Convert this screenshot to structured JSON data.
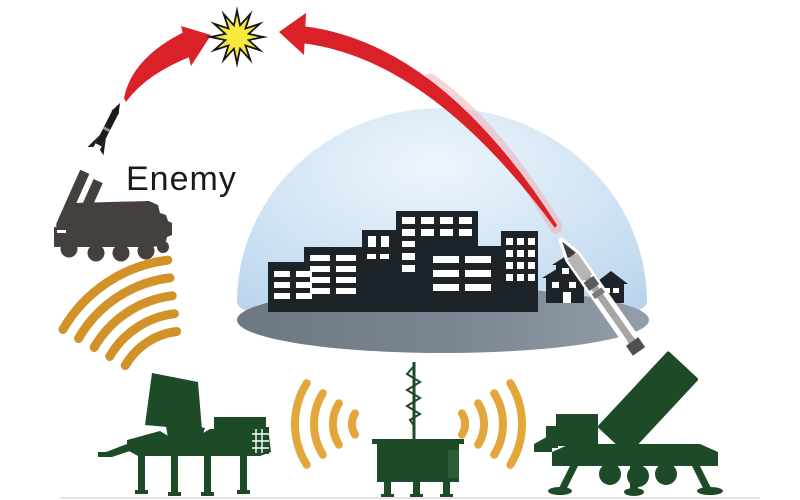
{
  "labels": {
    "enemy": "Enemy"
  },
  "colors": {
    "trajectory": "#da2128",
    "trajectory_halo": "#f2aab1",
    "explosion_fill": "#f6e93b",
    "explosion_outline": "#151515",
    "dome_blue": "#c9def2",
    "ground_gray": "#77828e",
    "city": "#1c2329",
    "window": "#ffffff",
    "enemy_vehicle": "#45403d",
    "enemy_missile": "#1b1b1b",
    "defense_green": "#1e4b27",
    "defense_green_light": "#2d5c36",
    "signal_gold": "#e2a63a",
    "signal_gold_dark": "#d2922a",
    "interceptor_body": "#a6a6a6",
    "interceptor_outline": "#ffffff",
    "label_text": "#1a1a1a"
  },
  "icons": {
    "explosion": "12-point starburst at intercept point",
    "enemy_launcher": "dark gray mobile missile launcher truck",
    "enemy_missile": "black rocket climbing from enemy launcher",
    "enemy_trajectory": "red curved arrow from enemy missile to explosion",
    "interceptor_trajectory": "red curved arrow from interceptor to explosion",
    "protective_dome": "light blue dome sheltering city skyline",
    "city": "black building silhouettes with white windows",
    "radar_unit": "green radar trailer",
    "command_post": "green command shelter with zigzag antenna",
    "interceptor_launcher": "green angled-canister launcher trailer",
    "interceptor_missile": "gray missile with white outline",
    "signal_waves": "gold concentric communication arcs"
  }
}
